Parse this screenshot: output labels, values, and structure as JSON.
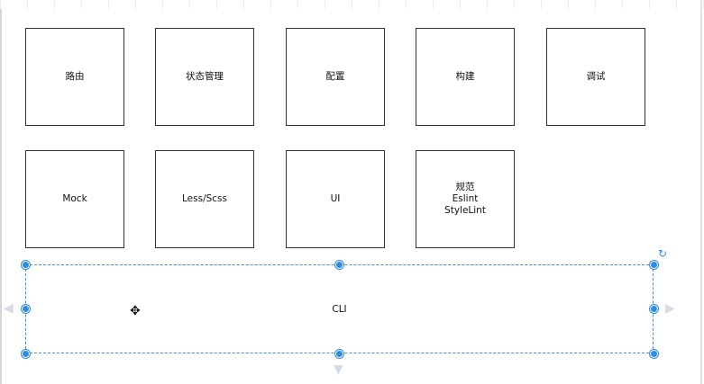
{
  "row1": [
    "路由",
    "状态管理",
    "配置",
    "构建",
    "调试"
  ],
  "row2": [
    {
      "lines": [
        "Mock"
      ]
    },
    {
      "lines": [
        "Less/Scss"
      ]
    },
    {
      "lines": [
        "UI"
      ]
    },
    {
      "lines": [
        "规范",
        "Eslint",
        "StyleLint"
      ]
    }
  ],
  "cli": {
    "label": "CLI"
  },
  "icons": {
    "rotate": "↻",
    "move": "✥",
    "arrow_left": "◀",
    "arrow_right": "▶",
    "arrow_down": "▼"
  },
  "colors": {
    "selection": "#2f8be0",
    "border": "#333333"
  }
}
